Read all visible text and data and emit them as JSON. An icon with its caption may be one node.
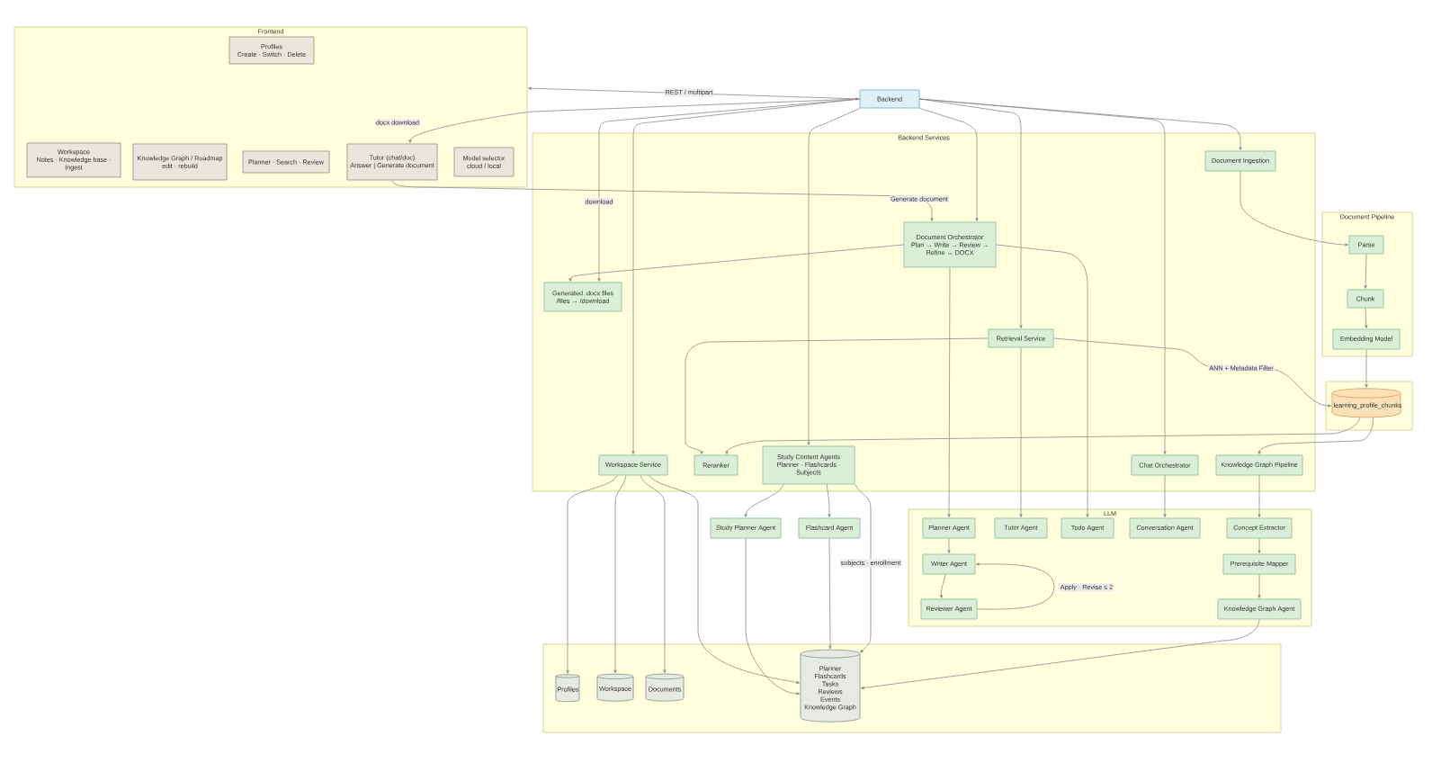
{
  "diagram": {
    "nodes": [
      {
        "text": [
          "Frontend"
        ]
      },
      {
        "text": [
          "Profiles",
          "Create · Switch · Delete"
        ],
        "in": 0
      },
      {
        "text": [
          "Workspace",
          "Notes · Knowledge base · Ingest"
        ],
        "in": 0
      },
      {
        "text": [
          "Knowledge Graph / Roadmap",
          "edit · rebuild"
        ],
        "in": 0
      },
      {
        "text": [
          "Planner · Search · Review"
        ],
        "in": 0
      },
      {
        "text": [
          "Tutor (chat/doc)",
          "Answer | Generate document"
        ],
        "in": 0
      },
      {
        "text": [
          "Model selector",
          "cloud / local"
        ],
        "in": 0
      },
      {
        "text": [
          "Backend"
        ]
      },
      {
        "text": [
          "Backend Services"
        ]
      },
      {
        "text": [
          "Document Orchestrator",
          "Plan → Write → Review → Refine → DOCX"
        ],
        "in": 8
      },
      {
        "text": [
          "Document Ingestion"
        ],
        "in": 8
      },
      {
        "text": [
          "Generated .docx files",
          "/files → /download"
        ],
        "in": 8
      },
      {
        "text": [
          "Retrieval Service"
        ],
        "in": 8
      },
      {
        "text": [
          "Workspace Service"
        ],
        "in": 8
      },
      {
        "text": [
          "Reranker"
        ],
        "in": 8
      },
      {
        "text": [
          "Study Content Agents",
          "Planner · Flashcards · Subjects"
        ],
        "in": 8
      },
      {
        "text": [
          "Chat Orchestrator"
        ],
        "in": 8
      },
      {
        "text": [
          "Knowledge Graph Pipeline"
        ],
        "in": 8
      },
      {
        "text": [
          "Document Pipeline"
        ]
      },
      {
        "text": [
          "Parse"
        ],
        "in": 18
      },
      {
        "text": [
          "Chunk"
        ],
        "in": 18
      },
      {
        "text": [
          "Embedding Model"
        ],
        "in": 18
      },
      {
        "text": [],
        "shape": "box"
      },
      {
        "text": [
          "learning_profile_chunks"
        ],
        "in": 22
      },
      {
        "text": [
          "Study Planner Agent"
        ]
      },
      {
        "text": [
          "Flashcard Agent"
        ]
      },
      {
        "text": [
          "LLM"
        ]
      },
      {
        "text": [
          "Planner Agent"
        ],
        "in": 26
      },
      {
        "text": [
          "Tutor Agent"
        ],
        "in": 26
      },
      {
        "text": [
          "Todo Agent"
        ],
        "in": 26
      },
      {
        "text": [
          "Conversation Agent"
        ],
        "in": 26
      },
      {
        "text": [
          "Concept Extractor"
        ],
        "in": 26
      },
      {
        "text": [
          "Writer Agent"
        ],
        "in": 26
      },
      {
        "text": [
          "Prerequisite Mapper"
        ],
        "in": 26
      },
      {
        "text": [
          "Reviewer Agent"
        ],
        "in": 26
      },
      {
        "text": [
          "Knowledge Graph Agent"
        ],
        "in": 26
      },
      {
        "text": [],
        "shape": "box"
      },
      {
        "text": [
          "Profiles"
        ],
        "in": 36
      },
      {
        "text": [
          "Workspace"
        ],
        "in": 36
      },
      {
        "text": [
          "Documents"
        ],
        "in": 36
      },
      {
        "text": [
          "Planner",
          "Flashcards",
          "Tasks",
          "Reviews",
          "Events",
          "Knowledge Graph"
        ],
        "in": 36
      }
    ],
    "edges": [
      {
        "from": 0,
        "to": 7,
        "arrow": "both",
        "label": "REST / multipart"
      },
      {
        "from": 7,
        "to": 5,
        "arrow": "to",
        "label": "docx download"
      },
      {
        "from": 5,
        "to": 9,
        "arrow": "to",
        "label": "Generate document"
      },
      {
        "from": 7,
        "to": 11,
        "arrow": "to",
        "label": "download"
      },
      {
        "from": 7,
        "to": 13,
        "arrow": "to"
      },
      {
        "from": 7,
        "to": 15,
        "arrow": "to"
      },
      {
        "from": 7,
        "to": 9,
        "arrow": "to"
      },
      {
        "from": 7,
        "to": 12,
        "arrow": "to"
      },
      {
        "from": 7,
        "to": 16,
        "arrow": "to"
      },
      {
        "from": 7,
        "to": 10,
        "arrow": "to"
      },
      {
        "from": 9,
        "to": 11,
        "arrow": "to"
      },
      {
        "from": 9,
        "to": 27,
        "arrow": "to"
      },
      {
        "from": 9,
        "to": 29,
        "arrow": "to"
      },
      {
        "from": 12,
        "to": 28,
        "arrow": "to"
      },
      {
        "from": 16,
        "to": 30,
        "arrow": "to"
      },
      {
        "from": 10,
        "to": 19,
        "arrow": "to"
      },
      {
        "from": 19,
        "to": 20,
        "arrow": "to"
      },
      {
        "from": 20,
        "to": 21,
        "arrow": "to"
      },
      {
        "from": 21,
        "to": 23,
        "arrow": "to"
      },
      {
        "from": 12,
        "to": 23,
        "arrow": "to",
        "label": "ANN + Metadata Filter"
      },
      {
        "from": 12,
        "to": 14,
        "arrow": "to"
      },
      {
        "from": 23,
        "to": 14,
        "arrow": "to"
      },
      {
        "from": 23,
        "to": 17,
        "arrow": "to"
      },
      {
        "from": 17,
        "to": 31,
        "arrow": "to"
      },
      {
        "from": 27,
        "to": 32,
        "arrow": "to"
      },
      {
        "from": 32,
        "to": 34,
        "arrow": "to"
      },
      {
        "from": 34,
        "to": 32,
        "arrow": "to",
        "label": "Apply · Revise ≤ 2"
      },
      {
        "from": 31,
        "to": 33,
        "arrow": "to"
      },
      {
        "from": 33,
        "to": 35,
        "arrow": "to"
      },
      {
        "from": 35,
        "to": 40,
        "arrow": "to"
      },
      {
        "from": 13,
        "to": 37,
        "arrow": "to"
      },
      {
        "from": 13,
        "to": 38,
        "arrow": "to"
      },
      {
        "from": 13,
        "to": 39,
        "arrow": "to"
      },
      {
        "from": 13,
        "to": 40,
        "arrow": "to"
      },
      {
        "from": 15,
        "to": 24,
        "arrow": "to"
      },
      {
        "from": 15,
        "to": 25,
        "arrow": "to"
      },
      {
        "from": 15,
        "to": 40,
        "arrow": "to",
        "label": "subjects · enrollment"
      },
      {
        "from": 24,
        "to": 40,
        "arrow": "to"
      },
      {
        "from": 25,
        "to": 40,
        "arrow": "to"
      }
    ]
  }
}
